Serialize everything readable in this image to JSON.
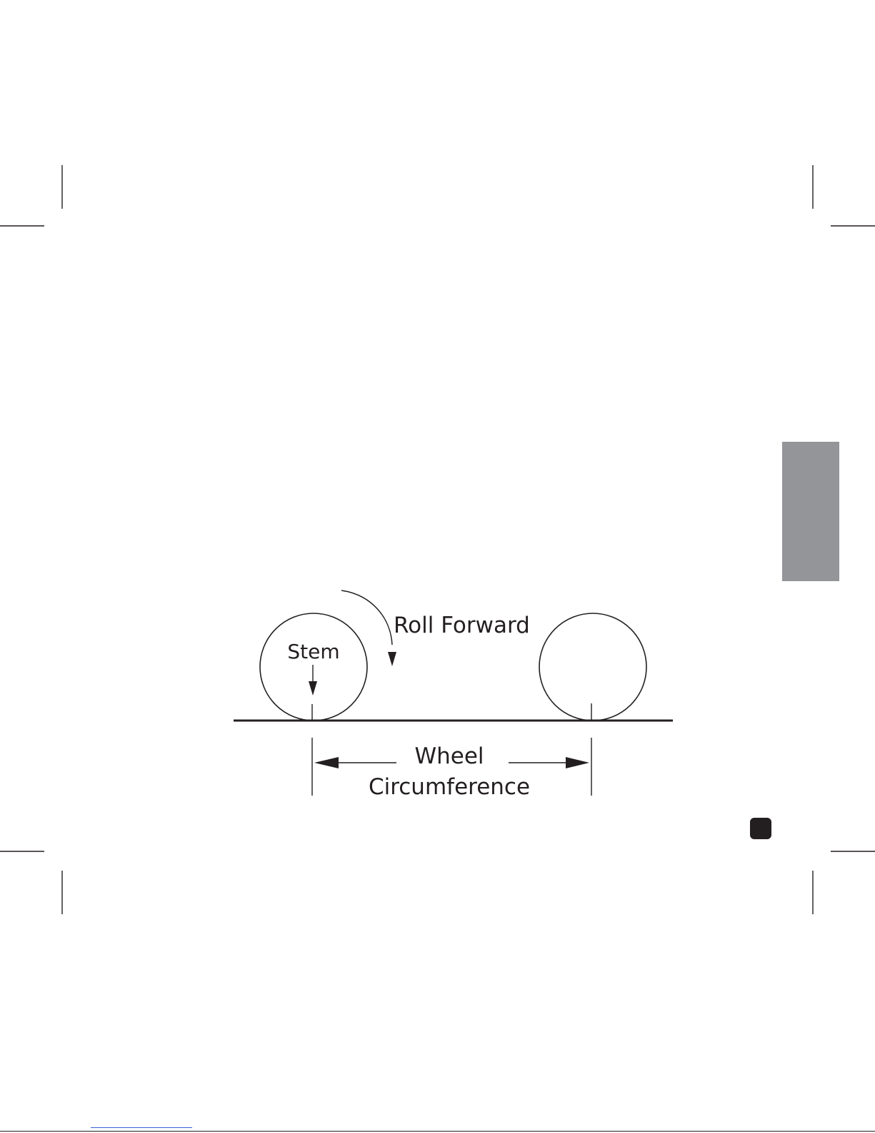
{
  "diagram": {
    "labels": {
      "roll_forward": "Roll Forward",
      "stem": "Stem",
      "wheel": "Wheel",
      "circumference": "Circumference"
    },
    "colors": {
      "ink": "#231f20",
      "tab_gray": "#939598",
      "link_blue": "#3b5bd6"
    }
  }
}
